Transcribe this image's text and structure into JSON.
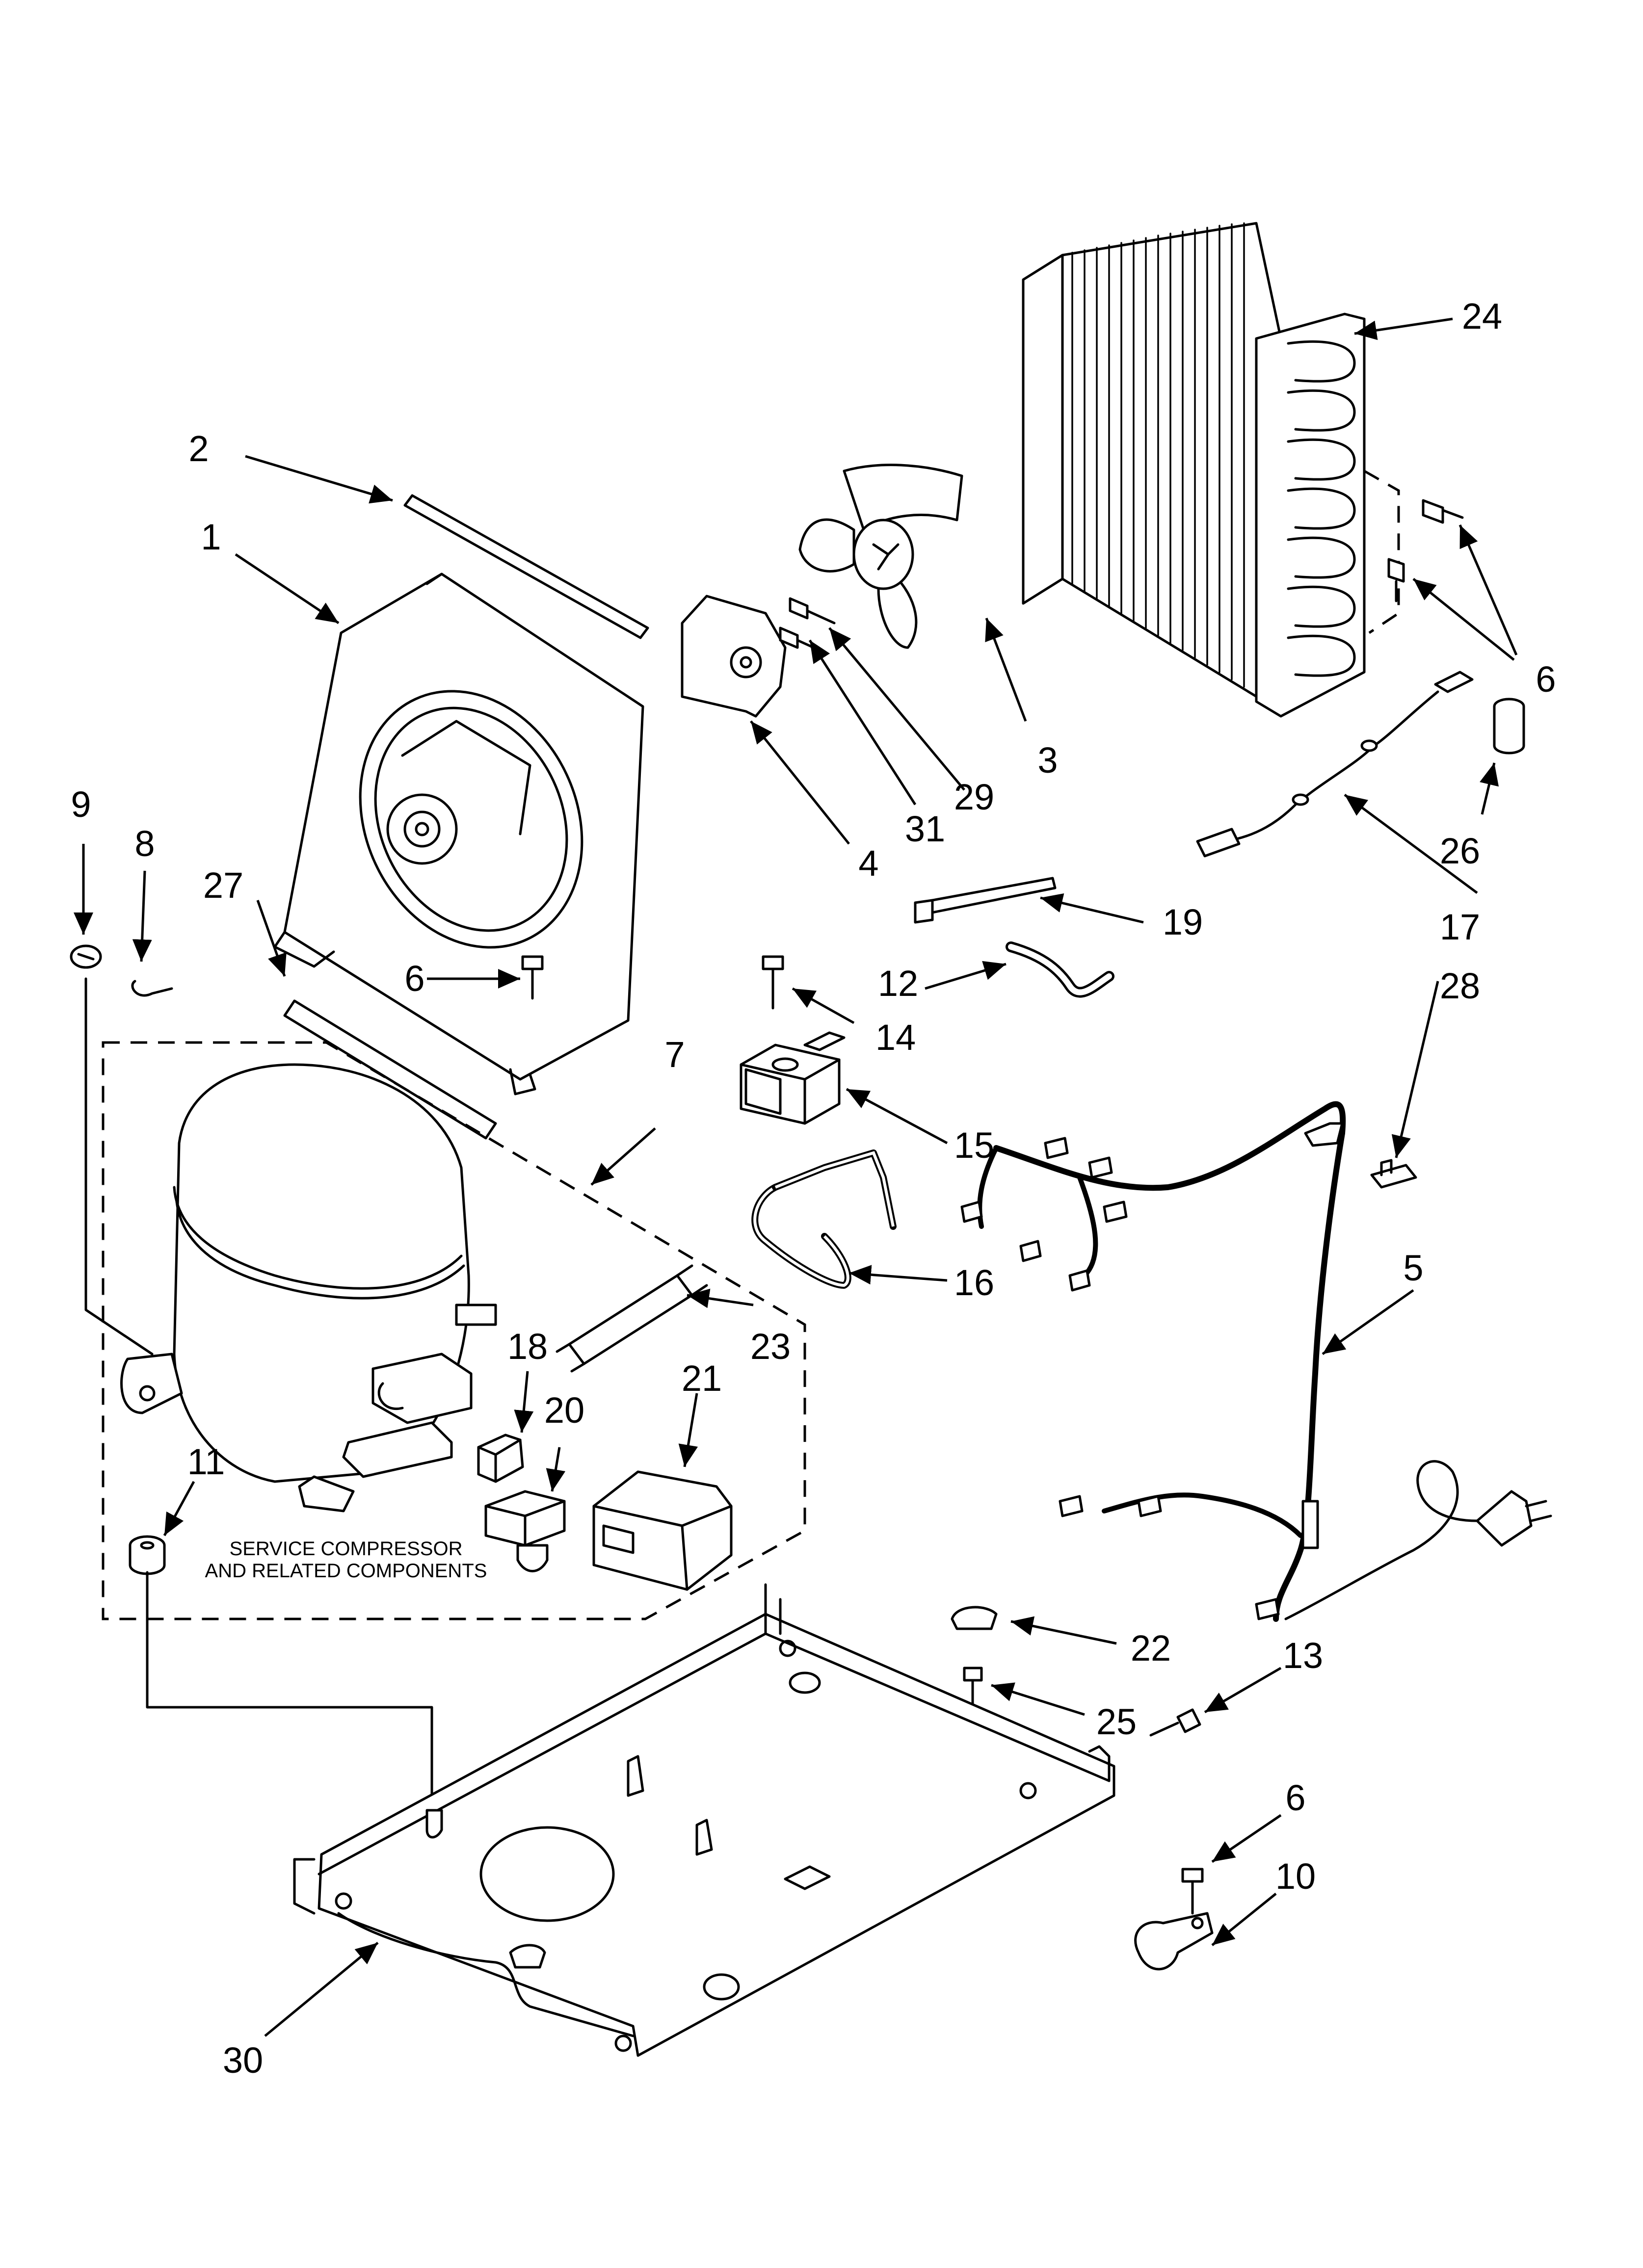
{
  "diagram": {
    "callouts": [
      {
        "id": "c1",
        "label": "1"
      },
      {
        "id": "c2",
        "label": "2"
      },
      {
        "id": "c3",
        "label": "3"
      },
      {
        "id": "c4",
        "label": "4"
      },
      {
        "id": "c5",
        "label": "5"
      },
      {
        "id": "c6a",
        "label": "6"
      },
      {
        "id": "c6b",
        "label": "6"
      },
      {
        "id": "c6c",
        "label": "6"
      },
      {
        "id": "c7",
        "label": "7"
      },
      {
        "id": "c8",
        "label": "8"
      },
      {
        "id": "c9",
        "label": "9"
      },
      {
        "id": "c10",
        "label": "10"
      },
      {
        "id": "c11",
        "label": "11"
      },
      {
        "id": "c12",
        "label": "12"
      },
      {
        "id": "c13",
        "label": "13"
      },
      {
        "id": "c14",
        "label": "14"
      },
      {
        "id": "c15",
        "label": "15"
      },
      {
        "id": "c16",
        "label": "16"
      },
      {
        "id": "c17",
        "label": "17"
      },
      {
        "id": "c18",
        "label": "18"
      },
      {
        "id": "c19",
        "label": "19"
      },
      {
        "id": "c20",
        "label": "20"
      },
      {
        "id": "c21",
        "label": "21"
      },
      {
        "id": "c22",
        "label": "22"
      },
      {
        "id": "c23",
        "label": "23"
      },
      {
        "id": "c24",
        "label": "24"
      },
      {
        "id": "c25",
        "label": "25"
      },
      {
        "id": "c26",
        "label": "26"
      },
      {
        "id": "c27",
        "label": "27"
      },
      {
        "id": "c28",
        "label": "28"
      },
      {
        "id": "c29",
        "label": "29"
      },
      {
        "id": "c30",
        "label": "30"
      },
      {
        "id": "c31",
        "label": "31"
      }
    ],
    "service_note": {
      "line1": "SERVICE COMPRESSOR",
      "line2": "AND RELATED COMPONENTS"
    }
  }
}
